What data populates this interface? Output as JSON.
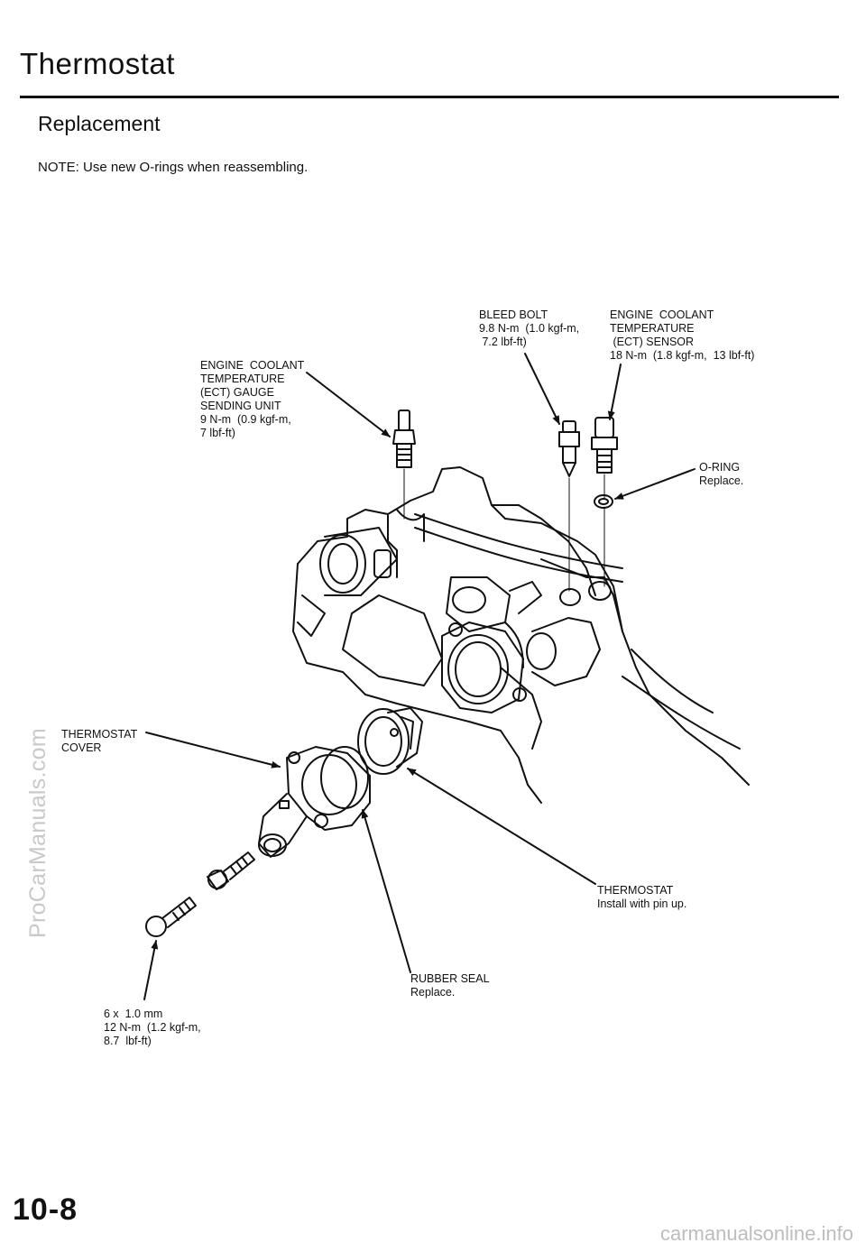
{
  "header": {
    "title": "Thermostat",
    "subtitle": "Replacement",
    "note": "NOTE:  Use new O-rings when reassembling."
  },
  "labels": {
    "ect_gauge": "ENGINE  COOLANT\nTEMPERATURE\n(ECT) GAUGE\nSENDING UNIT\n9 N-m  (0.9 kgf-m,\n7 lbf-ft)",
    "bleed_bolt": "BLEED BOLT\n9.8 N-m  (1.0 kgf-m,\n 7.2 lbf-ft)",
    "ect_sensor": "ENGINE  COOLANT\nTEMPERATURE\n (ECT) SENSOR\n18 N-m  (1.8 kgf-m,  13 lbf-ft)",
    "o_ring": "O-RING\nReplace.",
    "thermostat_cover": "THERMOSTAT\nCOVER",
    "thermostat": "THERMOSTAT\nInstall with pin up.",
    "rubber_seal": "RUBBER SEAL\nReplace.",
    "bolt": "6 x  1.0 mm\n12 N-m  (1.2 kgf-m,\n8.7  lbf-ft)"
  },
  "watermark": "ProCarManuals.com",
  "page_number": "10-8",
  "footer_watermark": "carmanualsonline.info"
}
